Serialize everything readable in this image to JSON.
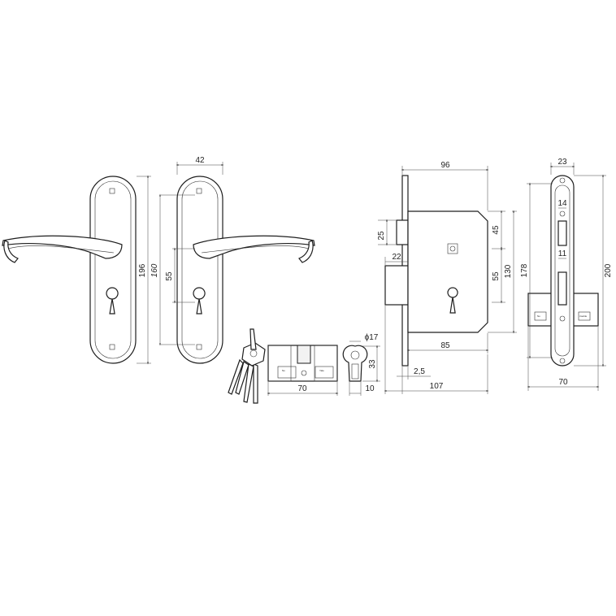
{
  "handle_dims": {
    "width": "42",
    "height": "196",
    "center": "160",
    "keyhole": "55"
  },
  "cylinder_dims": {
    "length": "70",
    "diameter": "ϕ17",
    "height": "33",
    "offset": "10"
  },
  "lock_body_dims": {
    "width": "96",
    "top": "25",
    "latch": "22",
    "upper": "45",
    "mid": "55",
    "overall_h": "130",
    "depth": "85",
    "plate_t": "2,5",
    "overall_w": "107"
  },
  "strike_dims": {
    "width": "23",
    "slot1": "14",
    "slot2": "11",
    "height_inner": "178",
    "height_outer": "200",
    "base": "70"
  },
  "cylinder_face_text": [
    "No",
    "Yale",
    "trouble"
  ]
}
